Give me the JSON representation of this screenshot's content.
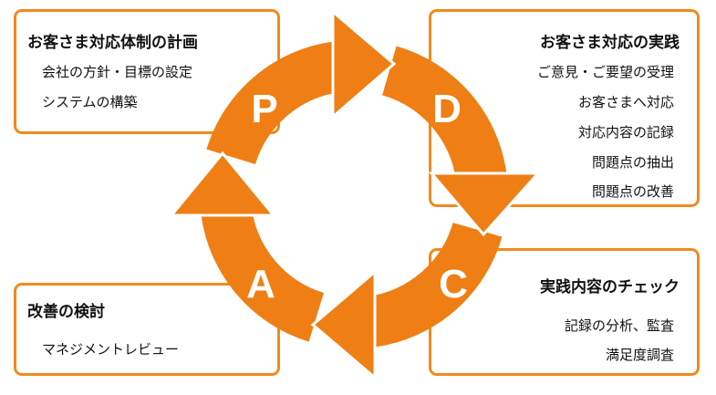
{
  "colors": {
    "accent": "#f08a1c",
    "ring": "#ef7f14"
  },
  "cycle": {
    "p": "P",
    "d": "D",
    "c": "C",
    "a": "A"
  },
  "plan": {
    "title": "お客さま対応体制の計画",
    "items": [
      "会社の方針・目標の設定",
      "システムの構築"
    ]
  },
  "do": {
    "title": "お客さま対応の実践",
    "items": [
      "ご意見・ご要望の受理",
      "お客さまへ対応",
      "対応内容の記録",
      "問題点の抽出",
      "問題点の改善"
    ]
  },
  "check": {
    "title": "実践内容のチェック",
    "items": [
      "記録の分析、監査",
      "満足度調査"
    ]
  },
  "act": {
    "title": "改善の検討",
    "items": [
      "マネジメントレビュー"
    ]
  }
}
